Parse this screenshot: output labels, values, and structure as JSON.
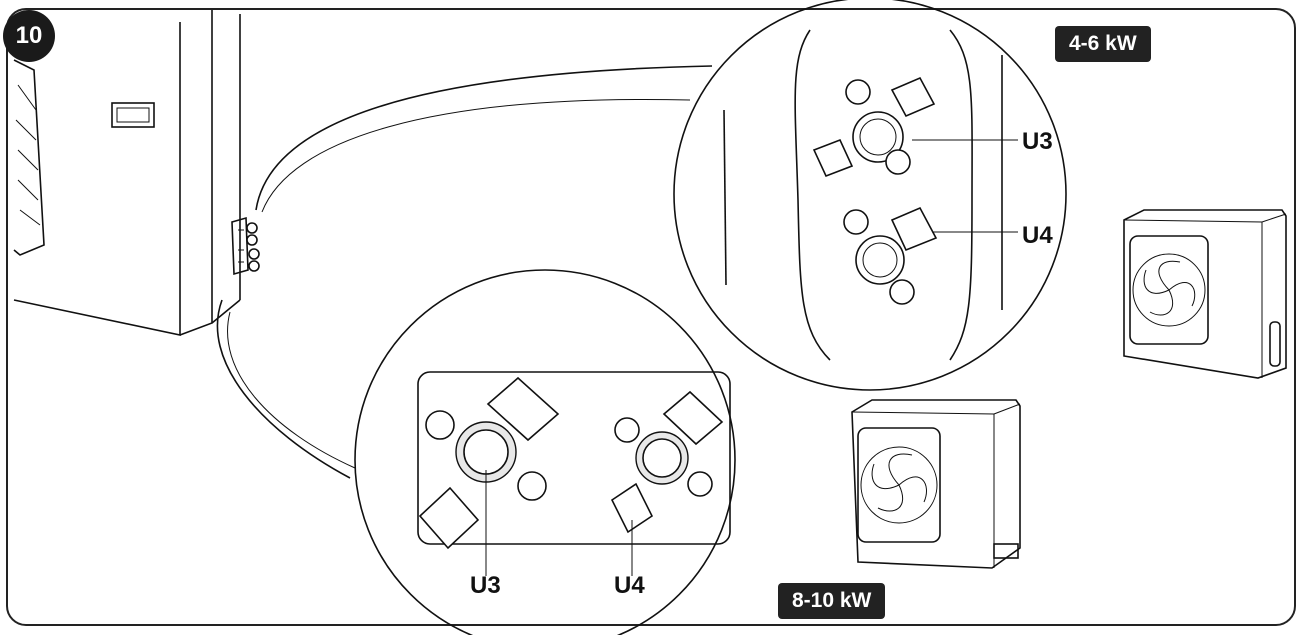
{
  "figure": {
    "step_number": "10",
    "small_unit_tag": "4-6 kW",
    "large_unit_tag": "8-10 kW",
    "small_detail_labels": {
      "u3": "U3",
      "u4": "U4"
    },
    "large_detail_labels": {
      "u3": "U3",
      "u4": "U4"
    }
  }
}
